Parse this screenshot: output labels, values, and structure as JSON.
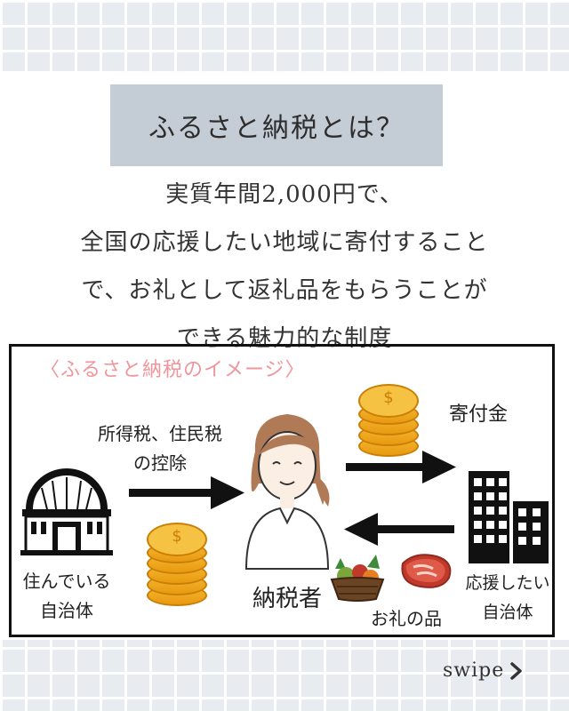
{
  "title": "ふるさと納税とは？",
  "intro_lines": [
    "実質年間2,000円で、",
    "全国の応援したい地域に寄付すること",
    "で、お礼として返礼品をもらうことが",
    "できる魅力的な制度"
  ],
  "diagram": {
    "subtitle": "〈ふるさと納税のイメージ〉",
    "tax_label_line1": "所得税、住民税",
    "tax_label_line2": "の控除",
    "donation_label": "寄付金",
    "taxpayer_label": "納税者",
    "gift_label": "お礼の品",
    "home_line1": "住んでいる",
    "home_line2": "自治体",
    "support_line1": "応援したい",
    "support_line2": "自治体"
  },
  "icons": {
    "home_municipality": "government-building-icon",
    "taxpayer": "person-avatar-icon",
    "support_municipality": "office-buildings-icon",
    "coins": "coin-stack-icon",
    "vegetables": "vegetable-basket-icon",
    "meat": "meat-icon",
    "swipe": "chevron-right-icon"
  },
  "colors": {
    "title_box": "#c4ccd6",
    "subtitle": "#f0959b",
    "coin": "#f2b12e",
    "background_grid": "#e8ebf0"
  },
  "swipe_label": "swipe"
}
